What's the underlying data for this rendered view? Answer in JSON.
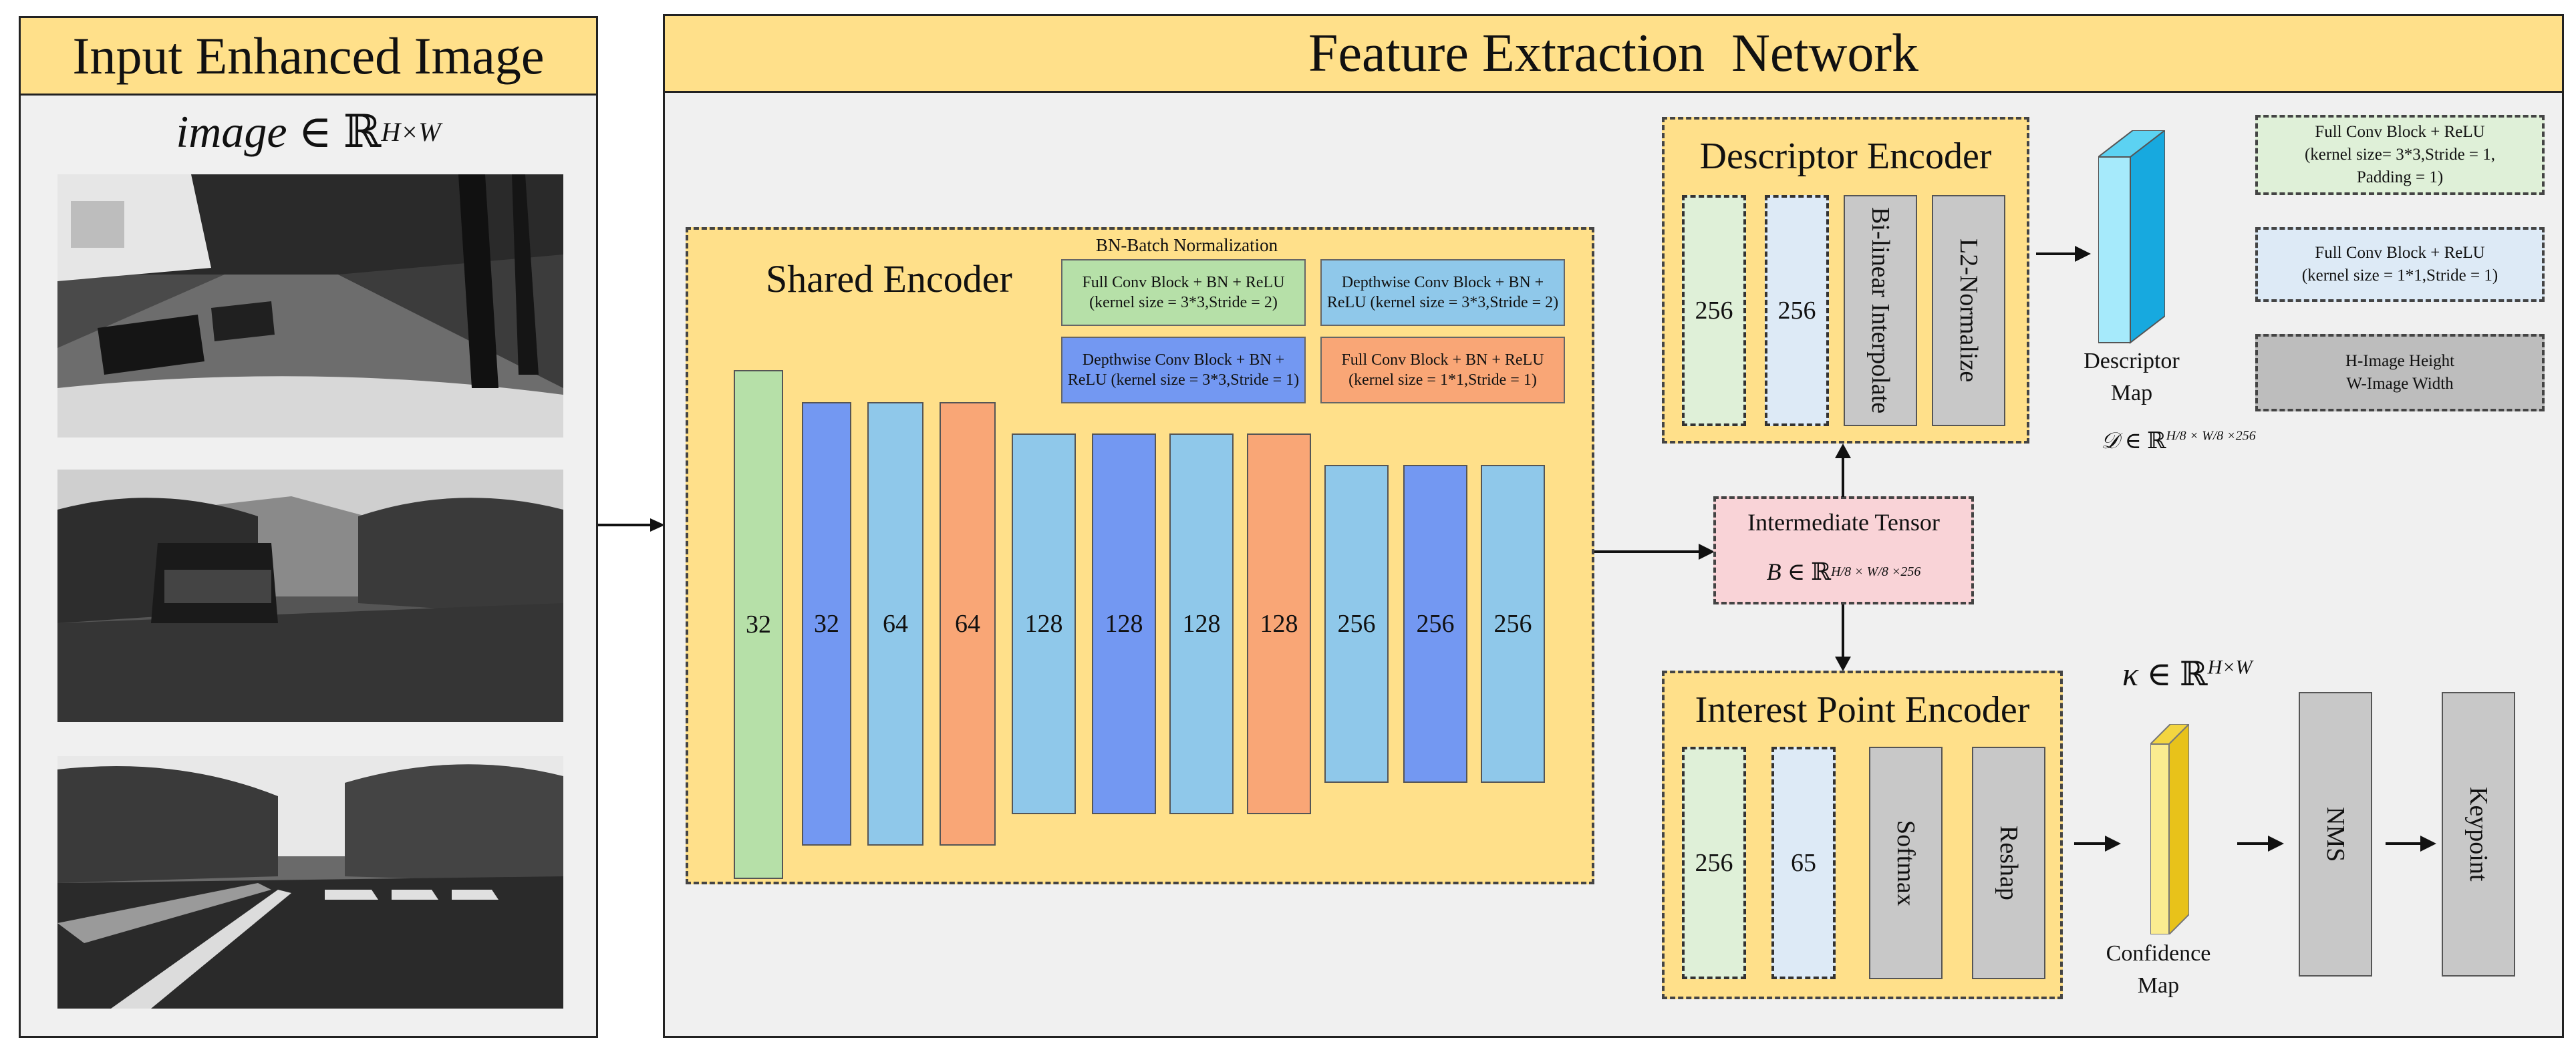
{
  "input_panel": {
    "title": "Input Enhanced Image",
    "formula": "image ∈ ℝ^{H×W}"
  },
  "network": {
    "title": "Feature Extraction  Network"
  },
  "shared_encoder": {
    "title": "Shared Encoder",
    "legend_caption": "BN-Batch Normalization",
    "legend": [
      {
        "text": "Full Conv Block  + BN + ReLU (kernel size = 3*3,Stride = 2)",
        "color": "#b6e0a8"
      },
      {
        "text": "Depthwise Conv Block + BN + ReLU (kernel size = 3*3,Stride = 2)",
        "color": "#8fc8ea"
      },
      {
        "text": "Depthwise Conv Block + BN + ReLU (kernel size = 3*3,Stride = 1)",
        "color": "#7398f2"
      },
      {
        "text": "Full Conv Block + BN + ReLU (kernel size = 1*1,Stride = 1)",
        "color": "#f9a676"
      }
    ],
    "layers": [
      {
        "value": "32",
        "color": "#b6e0a8"
      },
      {
        "value": "32",
        "color": "#7398f2"
      },
      {
        "value": "64",
        "color": "#8fc8ea"
      },
      {
        "value": "64",
        "color": "#f9a676"
      },
      {
        "value": "128",
        "color": "#8fc8ea"
      },
      {
        "value": "128",
        "color": "#7398f2"
      },
      {
        "value": "128",
        "color": "#8fc8ea"
      },
      {
        "value": "128",
        "color": "#f9a676"
      },
      {
        "value": "256",
        "color": "#8fc8ea"
      },
      {
        "value": "256",
        "color": "#7398f2"
      },
      {
        "value": "256",
        "color": "#8fc8ea"
      }
    ]
  },
  "intermediate": {
    "title": "Intermediate Tensor",
    "formula": "B ∈ ℝ^{H/8 × W/8 × 256}"
  },
  "descriptor_encoder": {
    "title": "Descriptor Encoder",
    "blocks": [
      "256",
      "256",
      "Bi-linear Interpolate",
      "L2-Normalize"
    ],
    "output_label": "Descriptor Map",
    "output_formula": "𝒟 ∈ ℝ^{H/8 × W/8 × 256}"
  },
  "interest_encoder": {
    "title": "Interest Point Encoder",
    "blocks": [
      "256",
      "65",
      "Softmax",
      "Reshap"
    ],
    "output_label": "Confidence Map",
    "output_formula": "κ ∈ ℝ^{H×W}",
    "nms": "NMS",
    "keypoint": "Keypoint"
  },
  "legend_right": {
    "full_conv_3": {
      "line1": "Full Conv Block  + ReLU",
      "line2": "(kernel size= 3*3,Stride = 1,",
      "line3": "Padding = 1)"
    },
    "full_conv_1": {
      "line1": "Full Conv Block + ReLU",
      "line2": "(kernel size = 1*1,Stride = 1)"
    },
    "hw": {
      "line1": "H-Image Height",
      "line2": "W-Image Width"
    }
  },
  "colors": {
    "band": "#ffe08a",
    "panel": "#f0f0f0",
    "green": "#b6e0a8",
    "light_blue": "#8fc8ea",
    "blue": "#7398f2",
    "orange": "#f9a676",
    "pale_green": "#dff0d8",
    "pale_blue": "#ddeaf6",
    "gray": "#c8c8c8",
    "pink": "#f9d3d7"
  }
}
